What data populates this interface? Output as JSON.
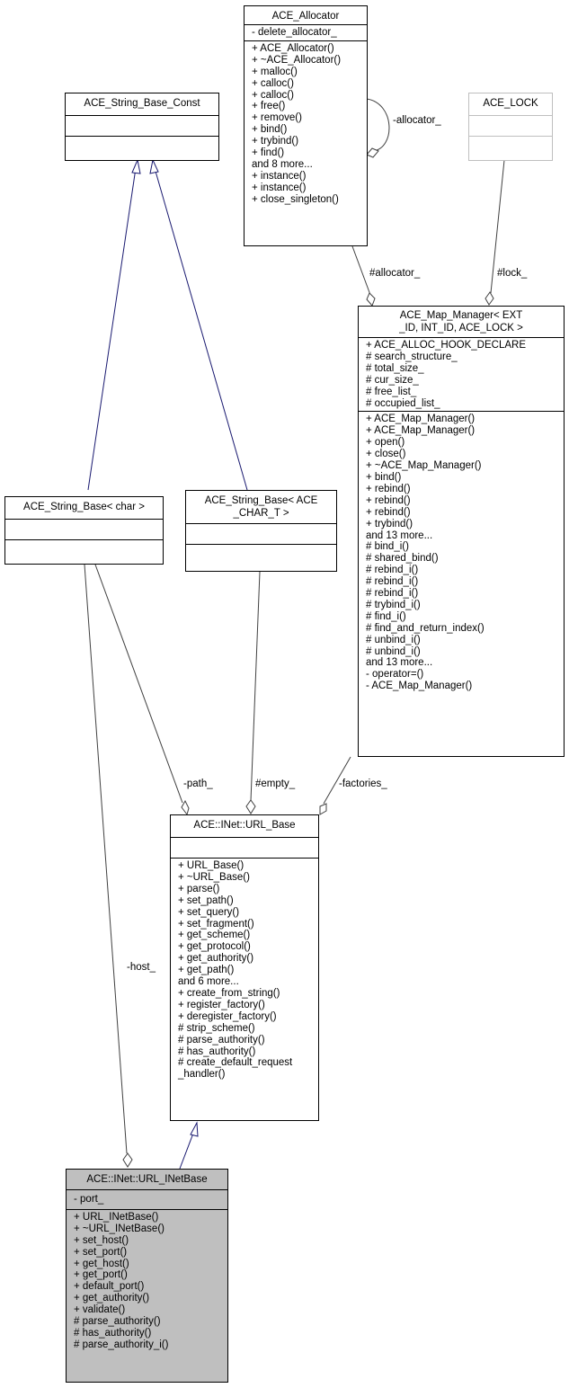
{
  "classes": {
    "allocator": {
      "title": "ACE_Allocator",
      "attributes": [
        "- delete_allocator_"
      ],
      "methods": [
        "+ ACE_Allocator()",
        "+ ~ACE_Allocator()",
        "+ malloc()",
        "+ calloc()",
        "+ calloc()",
        "+ free()",
        "+ remove()",
        "+ bind()",
        "+ trybind()",
        "+ find()",
        "and 8 more...",
        "+ instance()",
        "+ instance()",
        "+ close_singleton()"
      ]
    },
    "string_base_const": {
      "title": "ACE_String_Base_Const",
      "attributes": [],
      "methods": []
    },
    "ace_lock": {
      "title": "ACE_LOCK",
      "attributes": [],
      "methods": []
    },
    "map_manager": {
      "title_line1": "ACE_Map_Manager< EXT",
      "title_line2": "_ID, INT_ID, ACE_LOCK >",
      "attributes": [
        "+ ACE_ALLOC_HOOK_DECLARE",
        "# search_structure_",
        "# total_size_",
        "# cur_size_",
        "# free_list_",
        "# occupied_list_"
      ],
      "methods": [
        "+ ACE_Map_Manager()",
        "+ ACE_Map_Manager()",
        "+ open()",
        "+ close()",
        "+ ~ACE_Map_Manager()",
        "+ bind()",
        "+ rebind()",
        "+ rebind()",
        "+ rebind()",
        "+ trybind()",
        "and 13 more...",
        "# bind_i()",
        "# shared_bind()",
        "# rebind_i()",
        "# rebind_i()",
        "# rebind_i()",
        "# trybind_i()",
        "# find_i()",
        "# find_and_return_index()",
        "# unbind_i()",
        "# unbind_i()",
        "and 13 more...",
        "- operator=()",
        "- ACE_Map_Manager()"
      ]
    },
    "string_base_char": {
      "title": "ACE_String_Base< char >",
      "attributes": [],
      "methods": []
    },
    "string_base_ace_char": {
      "title_line1": "ACE_String_Base< ACE",
      "title_line2": "_CHAR_T >",
      "attributes": [],
      "methods": []
    },
    "url_base": {
      "title": "ACE::INet::URL_Base",
      "attributes": [],
      "methods": [
        "+ URL_Base()",
        "+ ~URL_Base()",
        "+ parse()",
        "+ set_path()",
        "+ set_query()",
        "+ set_fragment()",
        "+ get_scheme()",
        "+ get_protocol()",
        "+ get_authority()",
        "+ get_path()",
        "and 6 more...",
        "+ create_from_string()",
        "+ register_factory()",
        "+ deregister_factory()",
        "# strip_scheme()",
        "# parse_authority()",
        "# has_authority()",
        "# create_default_request",
        "_handler()"
      ]
    },
    "url_inetbase": {
      "title": "ACE::INet::URL_INetBase",
      "attributes": [
        "- port_"
      ],
      "methods": [
        "+ URL_INetBase()",
        "+ ~URL_INetBase()",
        "+ set_host()",
        "+ set_port()",
        "+ get_host()",
        "+ get_port()",
        "+ default_port()",
        "+ get_authority()",
        "+ validate()",
        "# parse_authority()",
        "# has_authority()",
        "# parse_authority_i()"
      ]
    }
  },
  "edge_labels": {
    "allocator_self": "-allocator_",
    "allocator": "#allocator_",
    "lock": "#lock_",
    "path": "-path_",
    "empty": "#empty_",
    "factories": "-factories_",
    "host": "-host_"
  },
  "colors": {
    "inheritance": "#191970",
    "association": "#404040",
    "current_fill": "#bfbfbf"
  }
}
